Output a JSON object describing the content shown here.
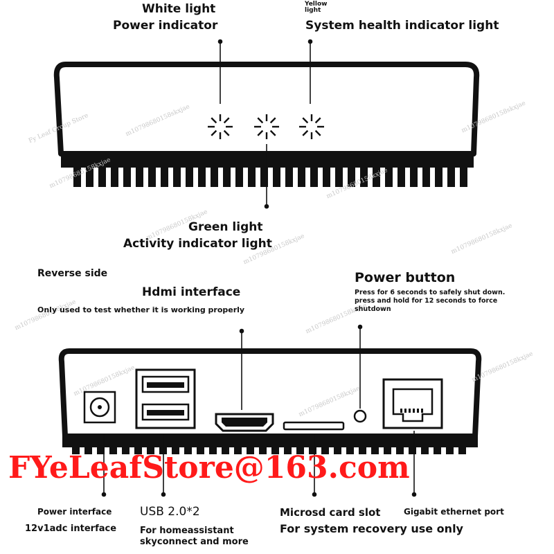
{
  "top_labels": {
    "white_light": "White light",
    "power_indicator": "Power indicator",
    "yellow_light": "Yellow light",
    "system_health": "System health indicator light",
    "green_light": "Green light",
    "activity_indicator": "Activity indicator light"
  },
  "rear_labels": {
    "reverse_side": "Reverse side",
    "hdmi_title": "Hdmi interface",
    "hdmi_desc": "Only used to test whether it is working properly",
    "power_button_title": "Power button",
    "power_button_desc_1": "Press for 6 seconds to safely shut down.",
    "power_button_desc_2": "press and hold for 12 seconds to force",
    "power_button_desc_3": "shutdown"
  },
  "port_labels": {
    "power_interface": "Power interface",
    "power_spec": "12v1adc interface",
    "usb_title": "USB 2.0*2",
    "usb_desc_1": "For homeassistant",
    "usb_desc_2": "skyconnect and more",
    "microsd_title": "Microsd card slot",
    "microsd_desc": "For system recovery use only",
    "ethernet": "Gigabit ethernet port"
  },
  "watermark": "FYeLeafStore@163.com",
  "colors": {
    "line": "#111111",
    "watermark": "#ff1a1a"
  }
}
